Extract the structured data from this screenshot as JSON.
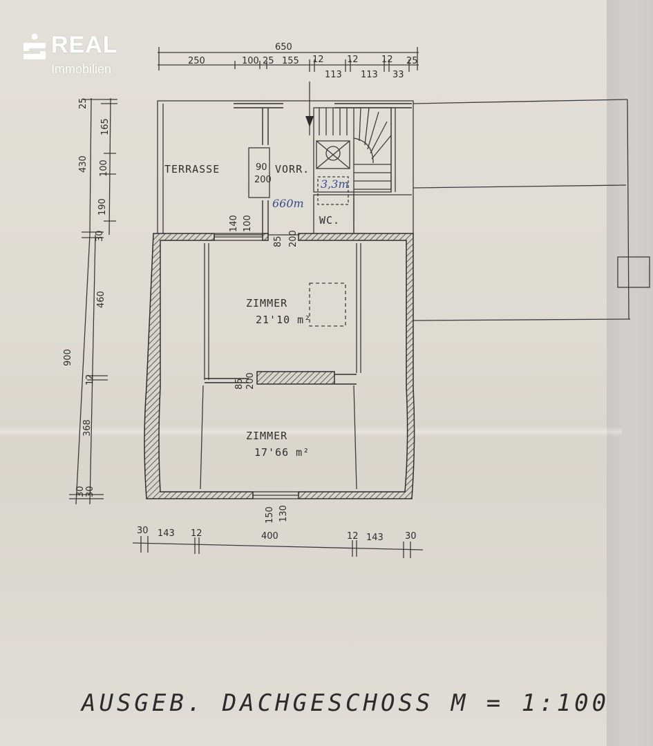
{
  "brand": {
    "name": "REAL",
    "sub": "Immobilien",
    "icon": "sparkasse-s-icon",
    "color": "#ffffff"
  },
  "dimensions_top": {
    "total": "650",
    "row1": [
      "250",
      "100",
      "25",
      "155",
      "12",
      "12",
      "12",
      "25"
    ],
    "row2": [
      "113",
      "113",
      "33"
    ]
  },
  "dimensions_left": {
    "upper": [
      "25",
      "165",
      "430",
      "100",
      "190",
      "30"
    ],
    "lower": [
      "460",
      "900",
      "12",
      "368",
      "30",
      "30"
    ]
  },
  "dimensions_bottom": {
    "segments": [
      "30",
      "143",
      "12",
      "400",
      "12",
      "143",
      "30"
    ]
  },
  "dimensions_inner": {
    "window_top": [
      "140",
      "100"
    ],
    "door_top": [
      "85",
      "200"
    ],
    "door_mid": [
      "85",
      "200"
    ],
    "window_bottom": [
      "150",
      "130"
    ],
    "vorr": [
      "90",
      "200"
    ]
  },
  "rooms": {
    "terrace": "TERRASSE",
    "hall": "VORR.",
    "wc": "WC.",
    "room1_name": "ZIMMER",
    "room1_area": "21'10 m²",
    "room2_name": "ZIMMER",
    "room2_area": "17'66 m²"
  },
  "handwritten": {
    "note1": "660m",
    "note2": "3,3m"
  },
  "caption": "AUSGEB. DACHGESCHOSS  M = 1:100"
}
